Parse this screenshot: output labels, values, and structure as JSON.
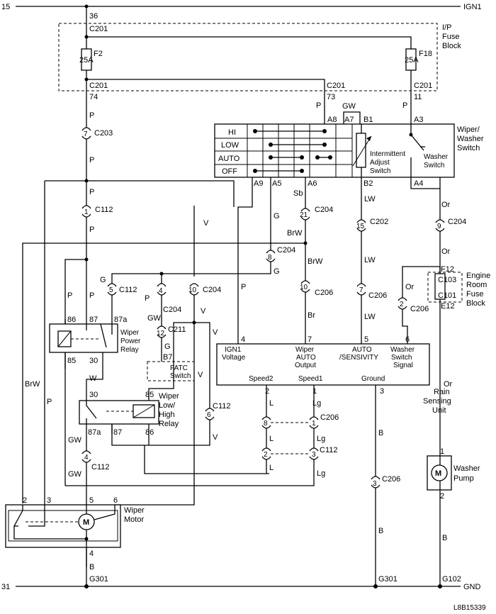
{
  "rails": {
    "top_left": "15",
    "top_right": "IGN1",
    "bottom_left": "31",
    "bottom_right": "GND"
  },
  "footer_code": "L8B15339",
  "fuse_block": {
    "title": [
      "I/P",
      "Fuse",
      "Block"
    ],
    "conn_top": "C201",
    "pin_top": "36",
    "fuse_left": {
      "name": "F2",
      "rating": "25A"
    },
    "fuse_right": {
      "name": "F18",
      "rating": "25A"
    },
    "out_left": {
      "conn": "C201",
      "pin": "74"
    },
    "out_mid": {
      "conn": "C201",
      "pin": "73"
    },
    "out_right": {
      "conn": "C201",
      "pin": "11"
    }
  },
  "wire_colors": {
    "p1": "P",
    "p2": "P",
    "p3": "P",
    "p4": "P",
    "p5": "P",
    "p6": "P",
    "p7": "P",
    "p8": "P",
    "p9": "P",
    "gw_top": "GW",
    "sb": "Sb",
    "g1": "G",
    "g2": "G",
    "g3": "G",
    "g4": "G",
    "brw1": "BrW",
    "brw2": "BrW",
    "brw3": "BrW",
    "lw1": "LW",
    "lw2": "LW",
    "lw3": "LW",
    "or1": "Or",
    "or2": "Or",
    "or3": "Or",
    "or4": "Or",
    "v1": "V",
    "v2": "V",
    "v3": "V",
    "v4": "V",
    "v5": "V",
    "w": "W",
    "gw1": "GW",
    "gw2": "GW",
    "gw3": "GW",
    "br": "Br",
    "l1": "L",
    "l2": "L",
    "l3": "L",
    "lg1": "Lg",
    "lg2": "Lg",
    "lg3": "Lg",
    "b1": "B",
    "b2": "B",
    "b3": "B"
  },
  "connectors": {
    "c203": {
      "pin": "7",
      "name": "C203"
    },
    "c112_a": {
      "pin": "1",
      "name": "C112"
    },
    "c112_b": {
      "pin": "5",
      "name": "C112"
    },
    "c112_c": {
      "pin": "6",
      "name": "C112"
    },
    "c112_d": {
      "pin": "4",
      "name": "C112"
    },
    "c112_e": {
      "pin": "3",
      "name": "C112"
    },
    "c112_f": {
      "pin": "2",
      "name": ""
    },
    "c204_a": {
      "pin": "21",
      "name": "C204"
    },
    "c204_b": {
      "pin": "9",
      "name": "C204"
    },
    "c204_c": {
      "pin": "8",
      "name": "C204"
    },
    "c204_d": {
      "pin": "4",
      "name": "C204"
    },
    "c204_e": {
      "pin": "10",
      "name": "C204"
    },
    "c202": {
      "pin": "15",
      "name": "C202"
    },
    "c206_a": {
      "pin": "10",
      "name": "C206"
    },
    "c206_b": {
      "pin": "7",
      "name": "C206"
    },
    "c206_c": {
      "pin": "2",
      "name": "C206"
    },
    "c206_d": {
      "pin": "8",
      "name": ""
    },
    "c206_e": {
      "pin": "1",
      "name": "C206"
    },
    "c206_f": {
      "pin": "3",
      "name": "C206"
    },
    "c211": {
      "pin": "12",
      "name": "C211"
    }
  },
  "wiper_switch": {
    "title": [
      "Wiper/",
      "Washer",
      "Switch"
    ],
    "modes": [
      "HI",
      "LOW",
      "AUTO",
      "OFF"
    ],
    "pins_top": [
      "A8",
      "A7",
      "B1",
      "A3"
    ],
    "pins_bottom": [
      "A9",
      "A5",
      "A6",
      "B2",
      "A4"
    ],
    "intermittent_label": [
      "Intermittent",
      "Adjust",
      "Switch"
    ],
    "washer_label": [
      "Washer",
      "Switch"
    ]
  },
  "engine_fuse": {
    "title": [
      "Engine",
      "Room",
      "Fuse",
      "Block"
    ],
    "fuse": "F12",
    "conn_top": "C103",
    "conn_bottom": "C101",
    "pin_bottom": "E12"
  },
  "rain_unit": {
    "title": [
      "Rain",
      "Sensing",
      "Unit"
    ],
    "top_pins": [
      "4",
      "7",
      "5",
      "6"
    ],
    "inputs": [
      [
        "IGN1",
        "Voltage"
      ],
      [
        "Wiper",
        "AUTO",
        "Output"
      ],
      [
        "AUTO",
        "/SENSIVITY"
      ],
      [
        "Washer",
        "Switch",
        "Signal"
      ]
    ],
    "bottom_labels": [
      "Speed2",
      "Speed1",
      "Ground"
    ],
    "bottom_pins": [
      "2",
      "1",
      "3"
    ]
  },
  "fatc": {
    "pin": "B7",
    "label": [
      "FATC",
      "Switch"
    ]
  },
  "power_relay": {
    "title": [
      "Wiper",
      "Power",
      "Relay"
    ],
    "pins": [
      "86",
      "87",
      "87a",
      "85",
      "30"
    ]
  },
  "speed_relay": {
    "title": [
      "Wiper",
      "Low/",
      "High",
      "Relay"
    ],
    "pins": [
      "30",
      "85",
      "87a",
      "87",
      "86"
    ]
  },
  "wiper_motor": {
    "title": [
      "Wiper",
      "Motor"
    ],
    "pins": [
      "2",
      "3",
      "5",
      "6",
      "4"
    ]
  },
  "washer_pump": {
    "title": [
      "Washer",
      "Pump"
    ],
    "pins": [
      "1",
      "2"
    ]
  },
  "grounds": [
    "G301",
    "G301",
    "G102"
  ]
}
